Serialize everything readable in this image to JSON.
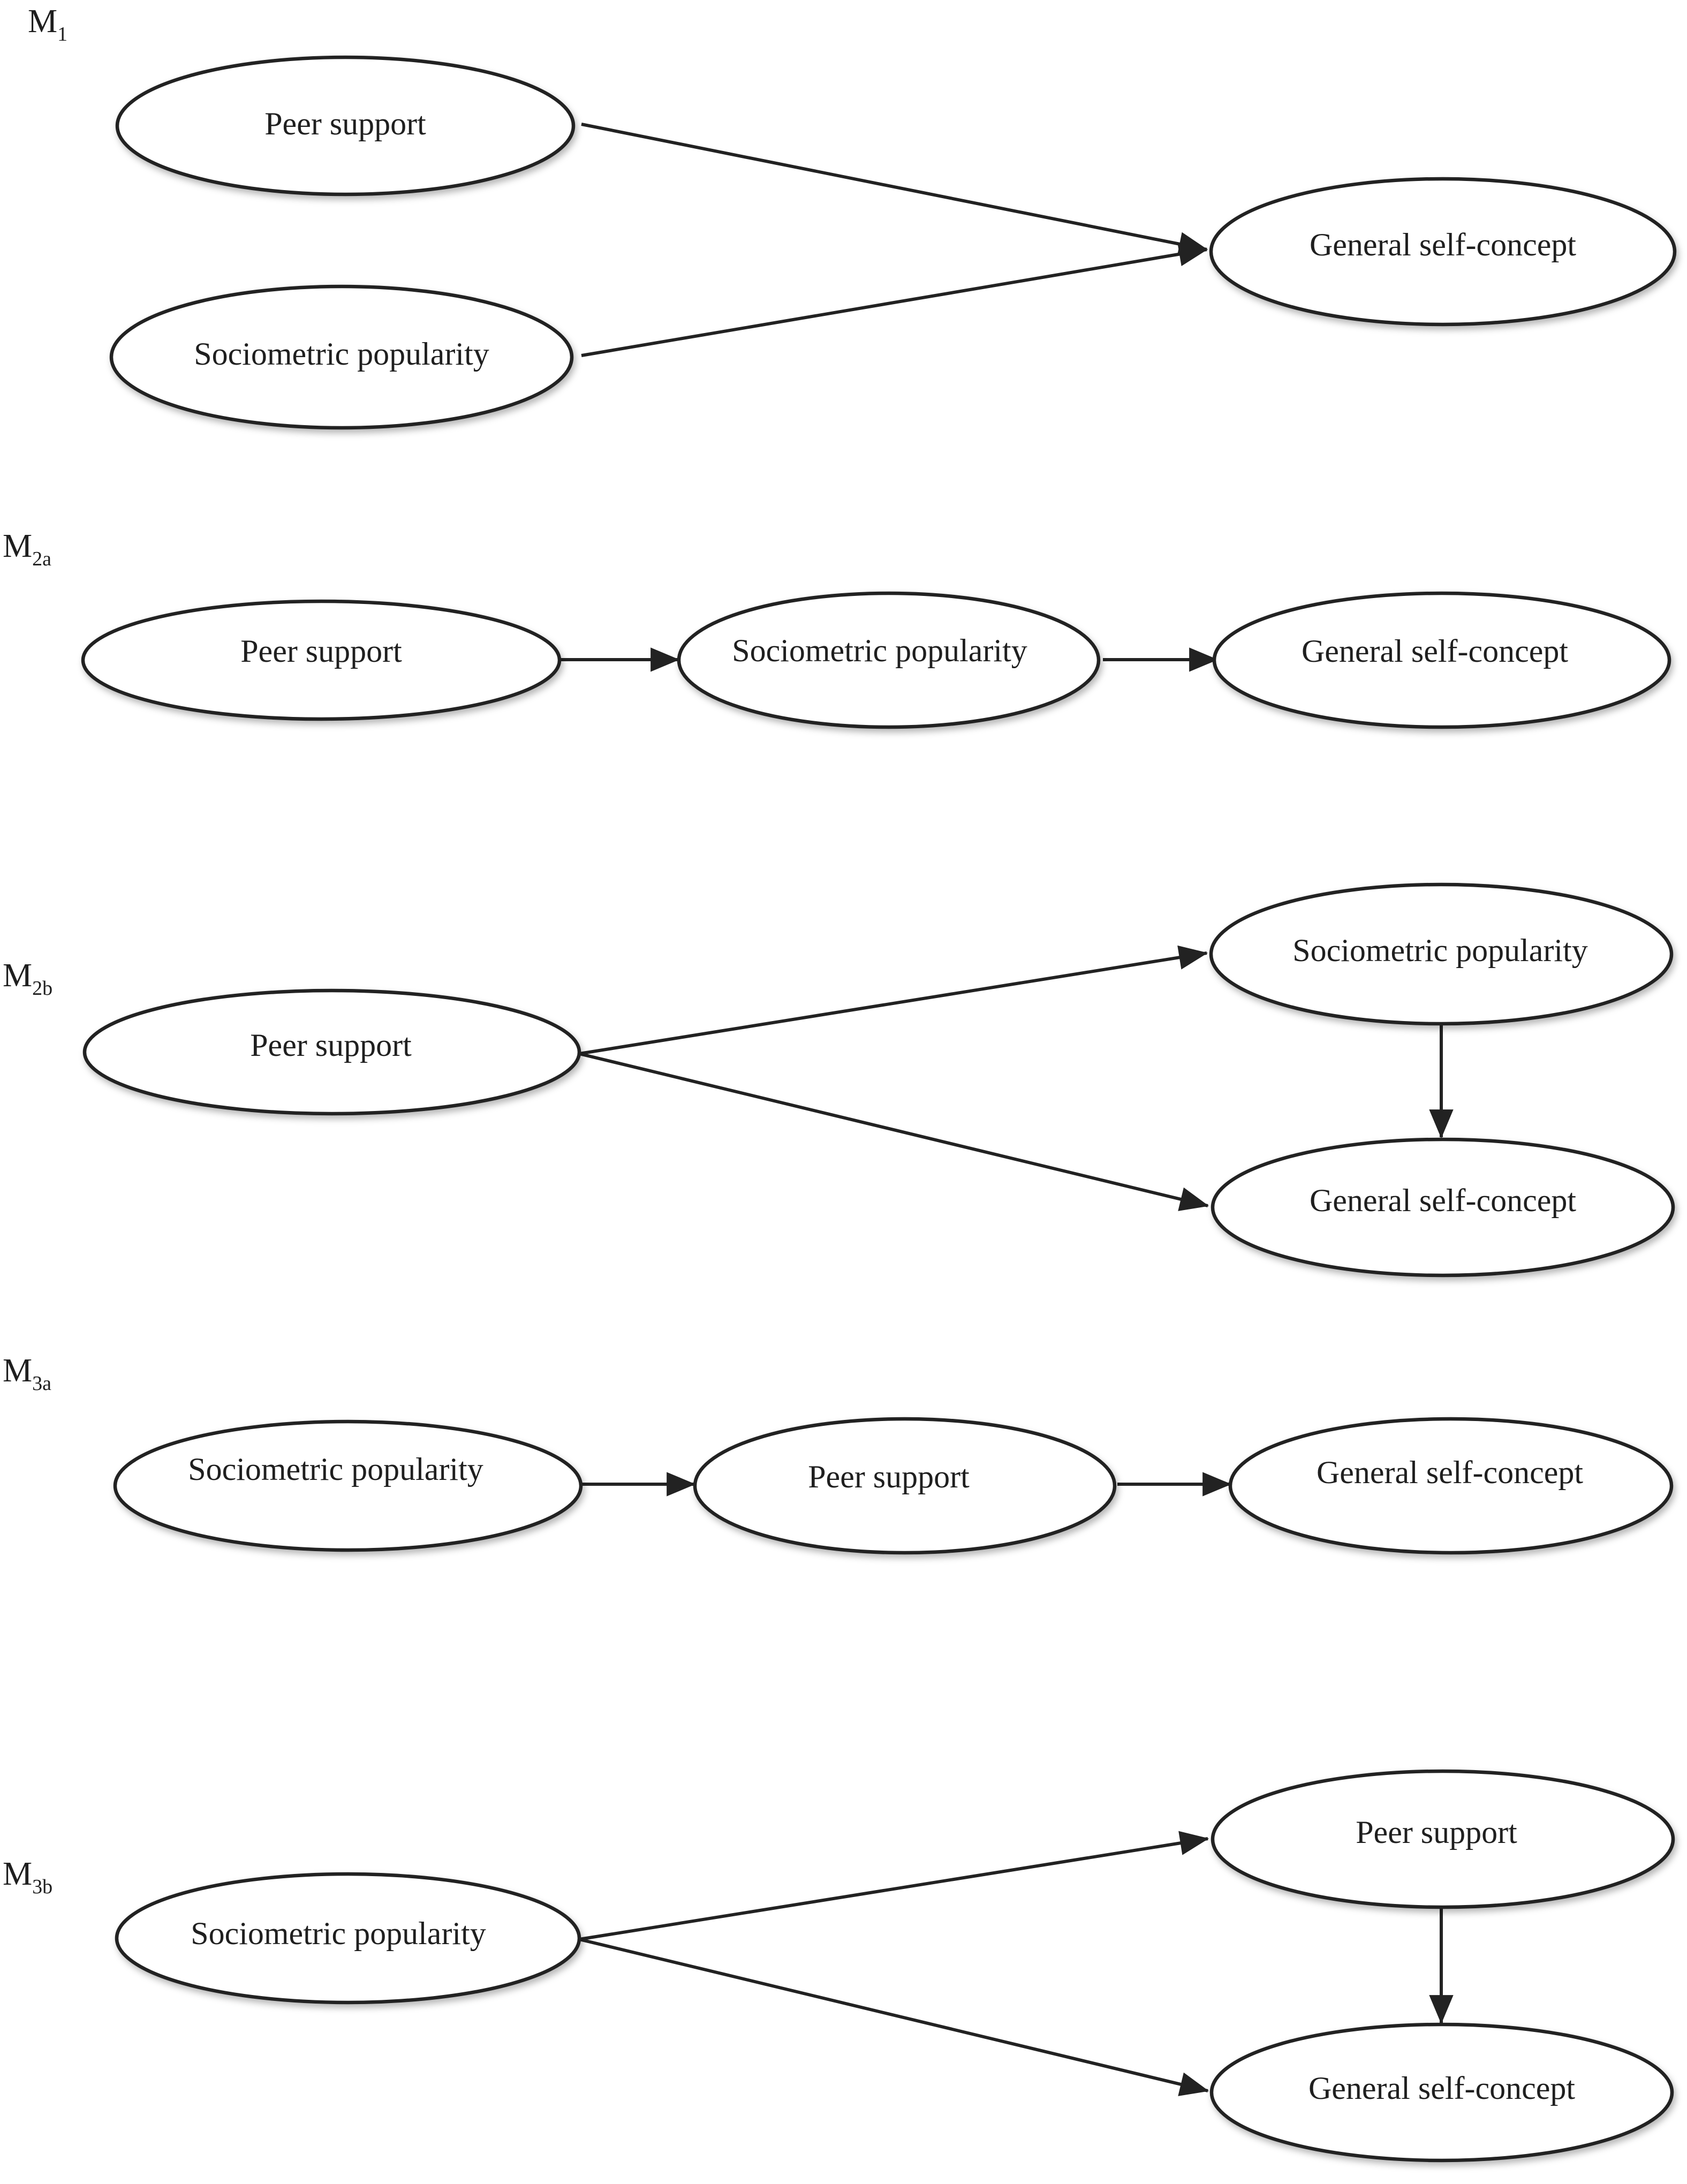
{
  "models": [
    {
      "id": "m1",
      "label_main": "M",
      "label_sub": "1",
      "nodes": [
        {
          "id": "peer",
          "label": "Peer support"
        },
        {
          "id": "socio",
          "label": "Sociometric popularity"
        },
        {
          "id": "gsc",
          "label": "General self-concept"
        }
      ],
      "edges": [
        {
          "from": "peer",
          "to": "gsc"
        },
        {
          "from": "socio",
          "to": "gsc"
        }
      ]
    },
    {
      "id": "m2a",
      "label_main": "M",
      "label_sub": "2a",
      "nodes": [
        {
          "id": "peer",
          "label": "Peer support"
        },
        {
          "id": "socio",
          "label": "Sociometric popularity"
        },
        {
          "id": "gsc",
          "label": "General self-concept"
        }
      ],
      "edges": [
        {
          "from": "peer",
          "to": "socio"
        },
        {
          "from": "socio",
          "to": "gsc"
        }
      ]
    },
    {
      "id": "m2b",
      "label_main": "M",
      "label_sub": "2b",
      "nodes": [
        {
          "id": "peer",
          "label": "Peer support"
        },
        {
          "id": "socio",
          "label": "Sociometric popularity"
        },
        {
          "id": "gsc",
          "label": "General self-concept"
        }
      ],
      "edges": [
        {
          "from": "peer",
          "to": "socio"
        },
        {
          "from": "peer",
          "to": "gsc"
        },
        {
          "from": "socio",
          "to": "gsc"
        }
      ]
    },
    {
      "id": "m3a",
      "label_main": "M",
      "label_sub": "3a",
      "nodes": [
        {
          "id": "socio",
          "label": "Sociometric popularity"
        },
        {
          "id": "peer",
          "label": "Peer support"
        },
        {
          "id": "gsc",
          "label": "General self-concept"
        }
      ],
      "edges": [
        {
          "from": "socio",
          "to": "peer"
        },
        {
          "from": "peer",
          "to": "gsc"
        }
      ]
    },
    {
      "id": "m3b",
      "label_main": "M",
      "label_sub": "3b",
      "nodes": [
        {
          "id": "socio",
          "label": "Sociometric popularity"
        },
        {
          "id": "peer",
          "label": "Peer support"
        },
        {
          "id": "gsc",
          "label": "General self-concept"
        }
      ],
      "edges": [
        {
          "from": "socio",
          "to": "peer"
        },
        {
          "from": "socio",
          "to": "gsc"
        },
        {
          "from": "peer",
          "to": "gsc"
        }
      ]
    }
  ],
  "colors": {
    "stroke": "#222222",
    "text": "#1f1f1f",
    "fill": "#ffffff"
  }
}
